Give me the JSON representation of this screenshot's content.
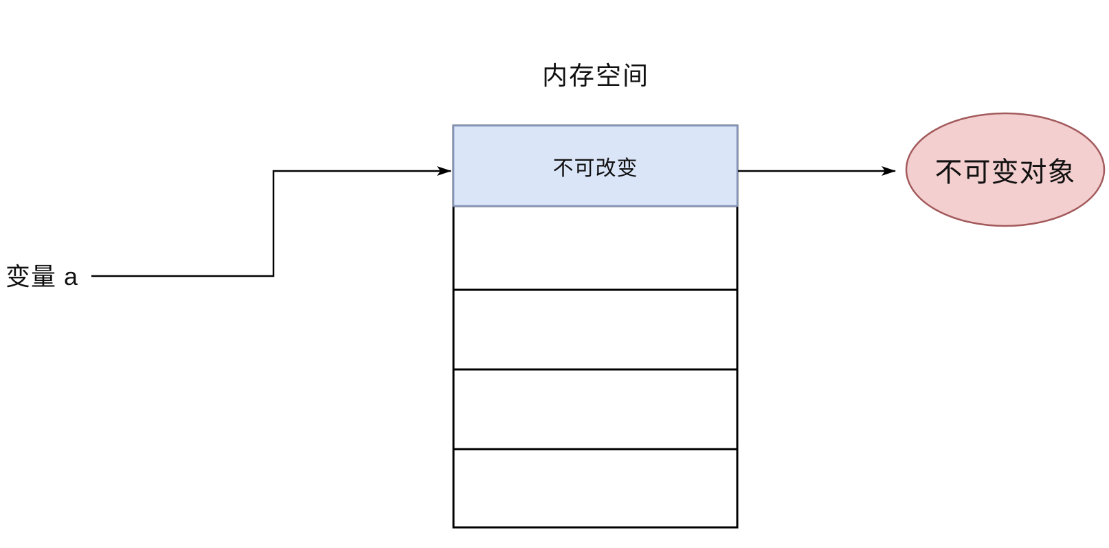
{
  "title": "内存空间",
  "variable": {
    "label": "变量 a"
  },
  "memory": {
    "rows": [
      {
        "label": "不可改变",
        "highlighted": true
      },
      {
        "label": "",
        "highlighted": false
      },
      {
        "label": "",
        "highlighted": false
      },
      {
        "label": "",
        "highlighted": false
      },
      {
        "label": "",
        "highlighted": false
      }
    ]
  },
  "object": {
    "label": "不可变对象"
  },
  "colors": {
    "cell_fill": "#dbe5f8",
    "cell_stroke": "#8494b8",
    "object_fill": "#f3cfcf",
    "object_stroke": "#a35a5c",
    "connector": "#000000",
    "text": "#111111",
    "background": "#ffffff"
  }
}
